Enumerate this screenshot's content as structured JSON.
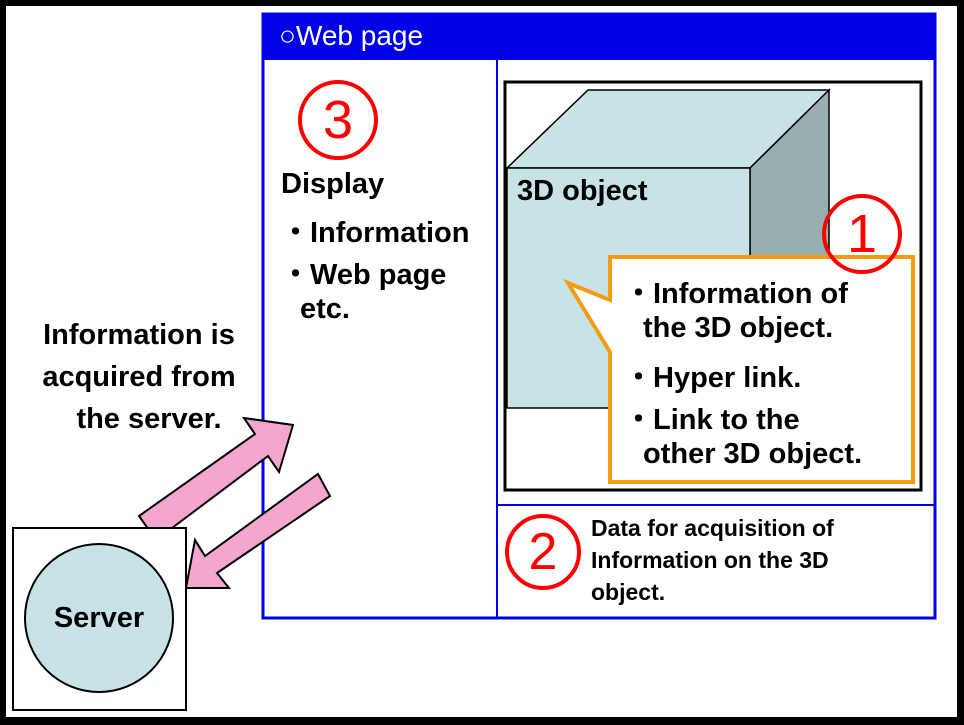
{
  "webpage": {
    "title": "○Web page"
  },
  "display_panel": {
    "number": "3",
    "heading": "Display",
    "items": [
      "・Information",
      "・Web page",
      "etc."
    ]
  },
  "object_panel": {
    "number": "1",
    "object_label": "3D object",
    "callout_lines": [
      "・Information of",
      "the 3D object.",
      "・Hyper link.",
      "・Link to the",
      "other 3D object."
    ]
  },
  "data_panel": {
    "number": "2",
    "lines": [
      "Data for acquisition of",
      "Information on the 3D",
      "object."
    ]
  },
  "server": {
    "label": "Server",
    "caption_lines": [
      "Information is",
      "acquired from",
      "the server."
    ]
  },
  "colors": {
    "background": "#ffffff",
    "frame": "#000000",
    "title_bar": "#0000e6",
    "panel_border": "#0000e6",
    "cube_front": "#c7e3e6",
    "cube_side": "#98aeb0",
    "callout_border": "#f39c12",
    "number_circle": "#ff0000",
    "arrow_fill": "#f4a6cf",
    "server_fill": "#c7e3e6"
  }
}
